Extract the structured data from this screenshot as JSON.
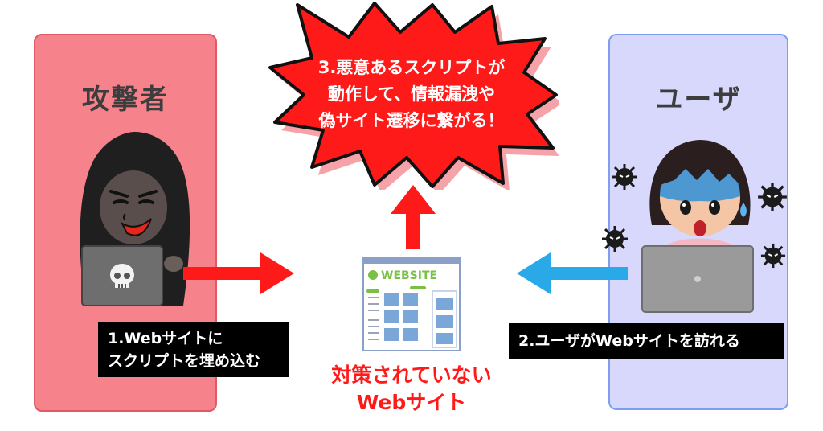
{
  "attacker": {
    "title": "攻撃者",
    "caption_line1": "1.Webサイトに",
    "caption_line2": "スクリプトを埋め込む"
  },
  "user": {
    "title": "ユーザ",
    "caption": "2.ユーザがWebサイトを訪れる"
  },
  "website": {
    "logo_text": "WEBSITE",
    "label_line1": "対策されていない",
    "label_line2": "Webサイト"
  },
  "burst": {
    "line1": "3.悪意あるスクリプトが",
    "line2": "動作して、情報漏洩や",
    "line3": "偽サイト遷移に繋がる！"
  },
  "colors": {
    "attacker_panel": "#f6828c",
    "user_panel": "#d8d8fc",
    "arrow_red": "#ff1a1a",
    "arrow_blue": "#29a9e8",
    "burst_fill": "#ff1a1a"
  },
  "icons": [
    "hacker-illustration",
    "skull-icon",
    "laptop-icon",
    "website-icon",
    "virus-icon",
    "worried-user-illustration"
  ]
}
